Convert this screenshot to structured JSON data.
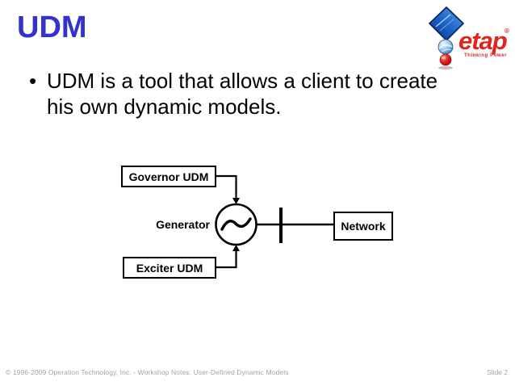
{
  "slide": {
    "title": "UDM",
    "footer_left": "© 1996-2009 Operation Technology, Inc. - Workshop Notes: User-Defined Dynamic Models",
    "footer_right": "Slide 2"
  },
  "bullet": {
    "marker": "•",
    "lines": [
      "UDM is a tool that allows a client to create",
      "his own dynamic models."
    ]
  },
  "logo": {
    "brand": "etap",
    "registered_mark": "®",
    "tagline": "Thinking Power",
    "brand_red": "#E2231A",
    "diamond_blue": "#1B5FD0"
  },
  "diagram": {
    "governor_label": "Governor UDM",
    "exciter_label": "Exciter UDM",
    "network_label": "Network",
    "generator_label": "Generator"
  },
  "colors": {
    "title_blue": "#3333CC",
    "text_black": "#000000",
    "footer_gray": "#A3A3A3",
    "line_black": "#000000"
  }
}
